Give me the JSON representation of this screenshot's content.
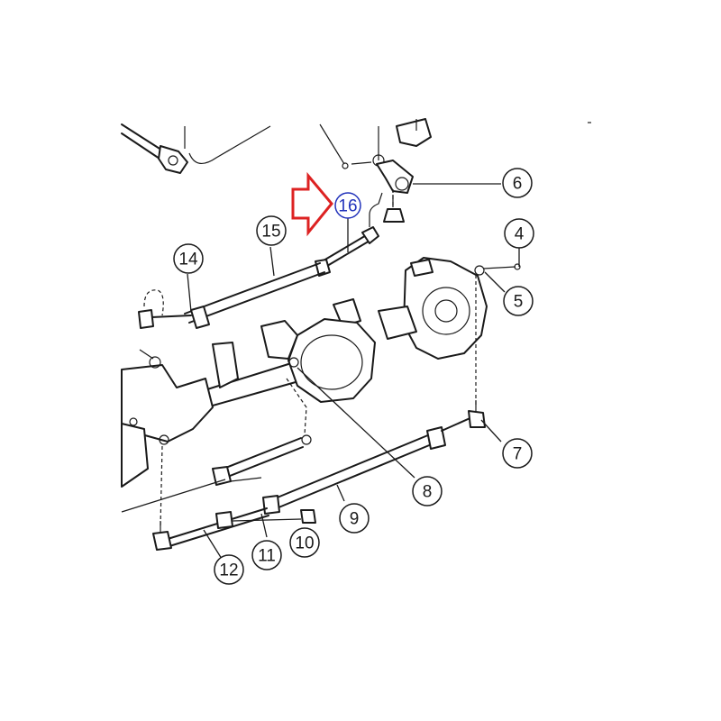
{
  "callouts": {
    "c4": "4",
    "c5": "5",
    "c6": "6",
    "c7": "7",
    "c8": "8",
    "c9": "9",
    "c10": "10",
    "c11": "11",
    "c12": "12",
    "c14": "14",
    "c15": "15",
    "c16": "16"
  },
  "colors": {
    "highlight_callout": "#2233bb",
    "pointer_arrow": "#dd2222",
    "line_art": "#1a1a1a"
  }
}
